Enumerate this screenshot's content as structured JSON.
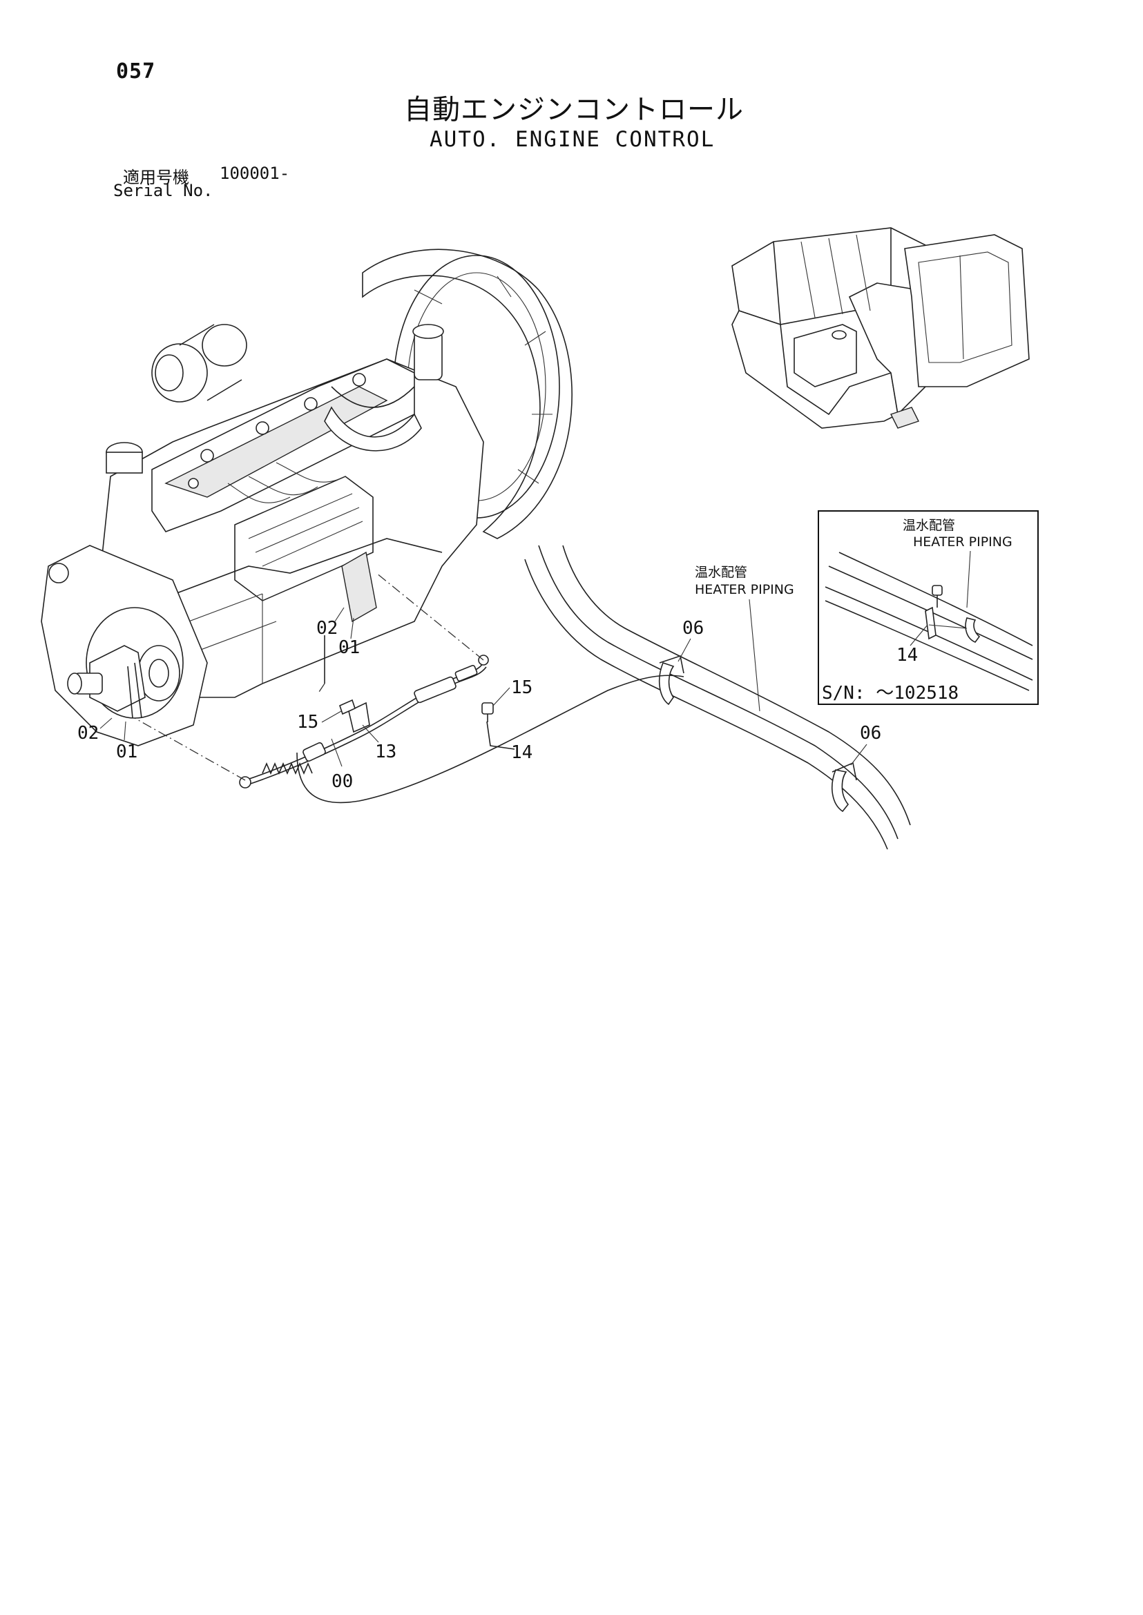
{
  "page_number": "057",
  "title_jp": "自動エンジンコントロール",
  "title_en": "AUTO. ENGINE CONTROL",
  "serial": {
    "label_jp": "適用号機",
    "range": "100001-",
    "label_en": "Serial No."
  },
  "callouts": {
    "c00": "00",
    "c01_a": "01",
    "c01_b": "01",
    "c02_a": "02",
    "c02_b": "02",
    "c06_a": "06",
    "c06_b": "06",
    "c13": "13",
    "c14_a": "14",
    "c15_a": "15",
    "c15_b": "15"
  },
  "heater_piping": {
    "label_jp": "温水配管",
    "label_en": "HEATER PIPING"
  },
  "inset": {
    "label_jp": "温水配管",
    "label_en": "HEATER PIPING",
    "part": "14",
    "serial_note": "S/N: ～102518"
  }
}
